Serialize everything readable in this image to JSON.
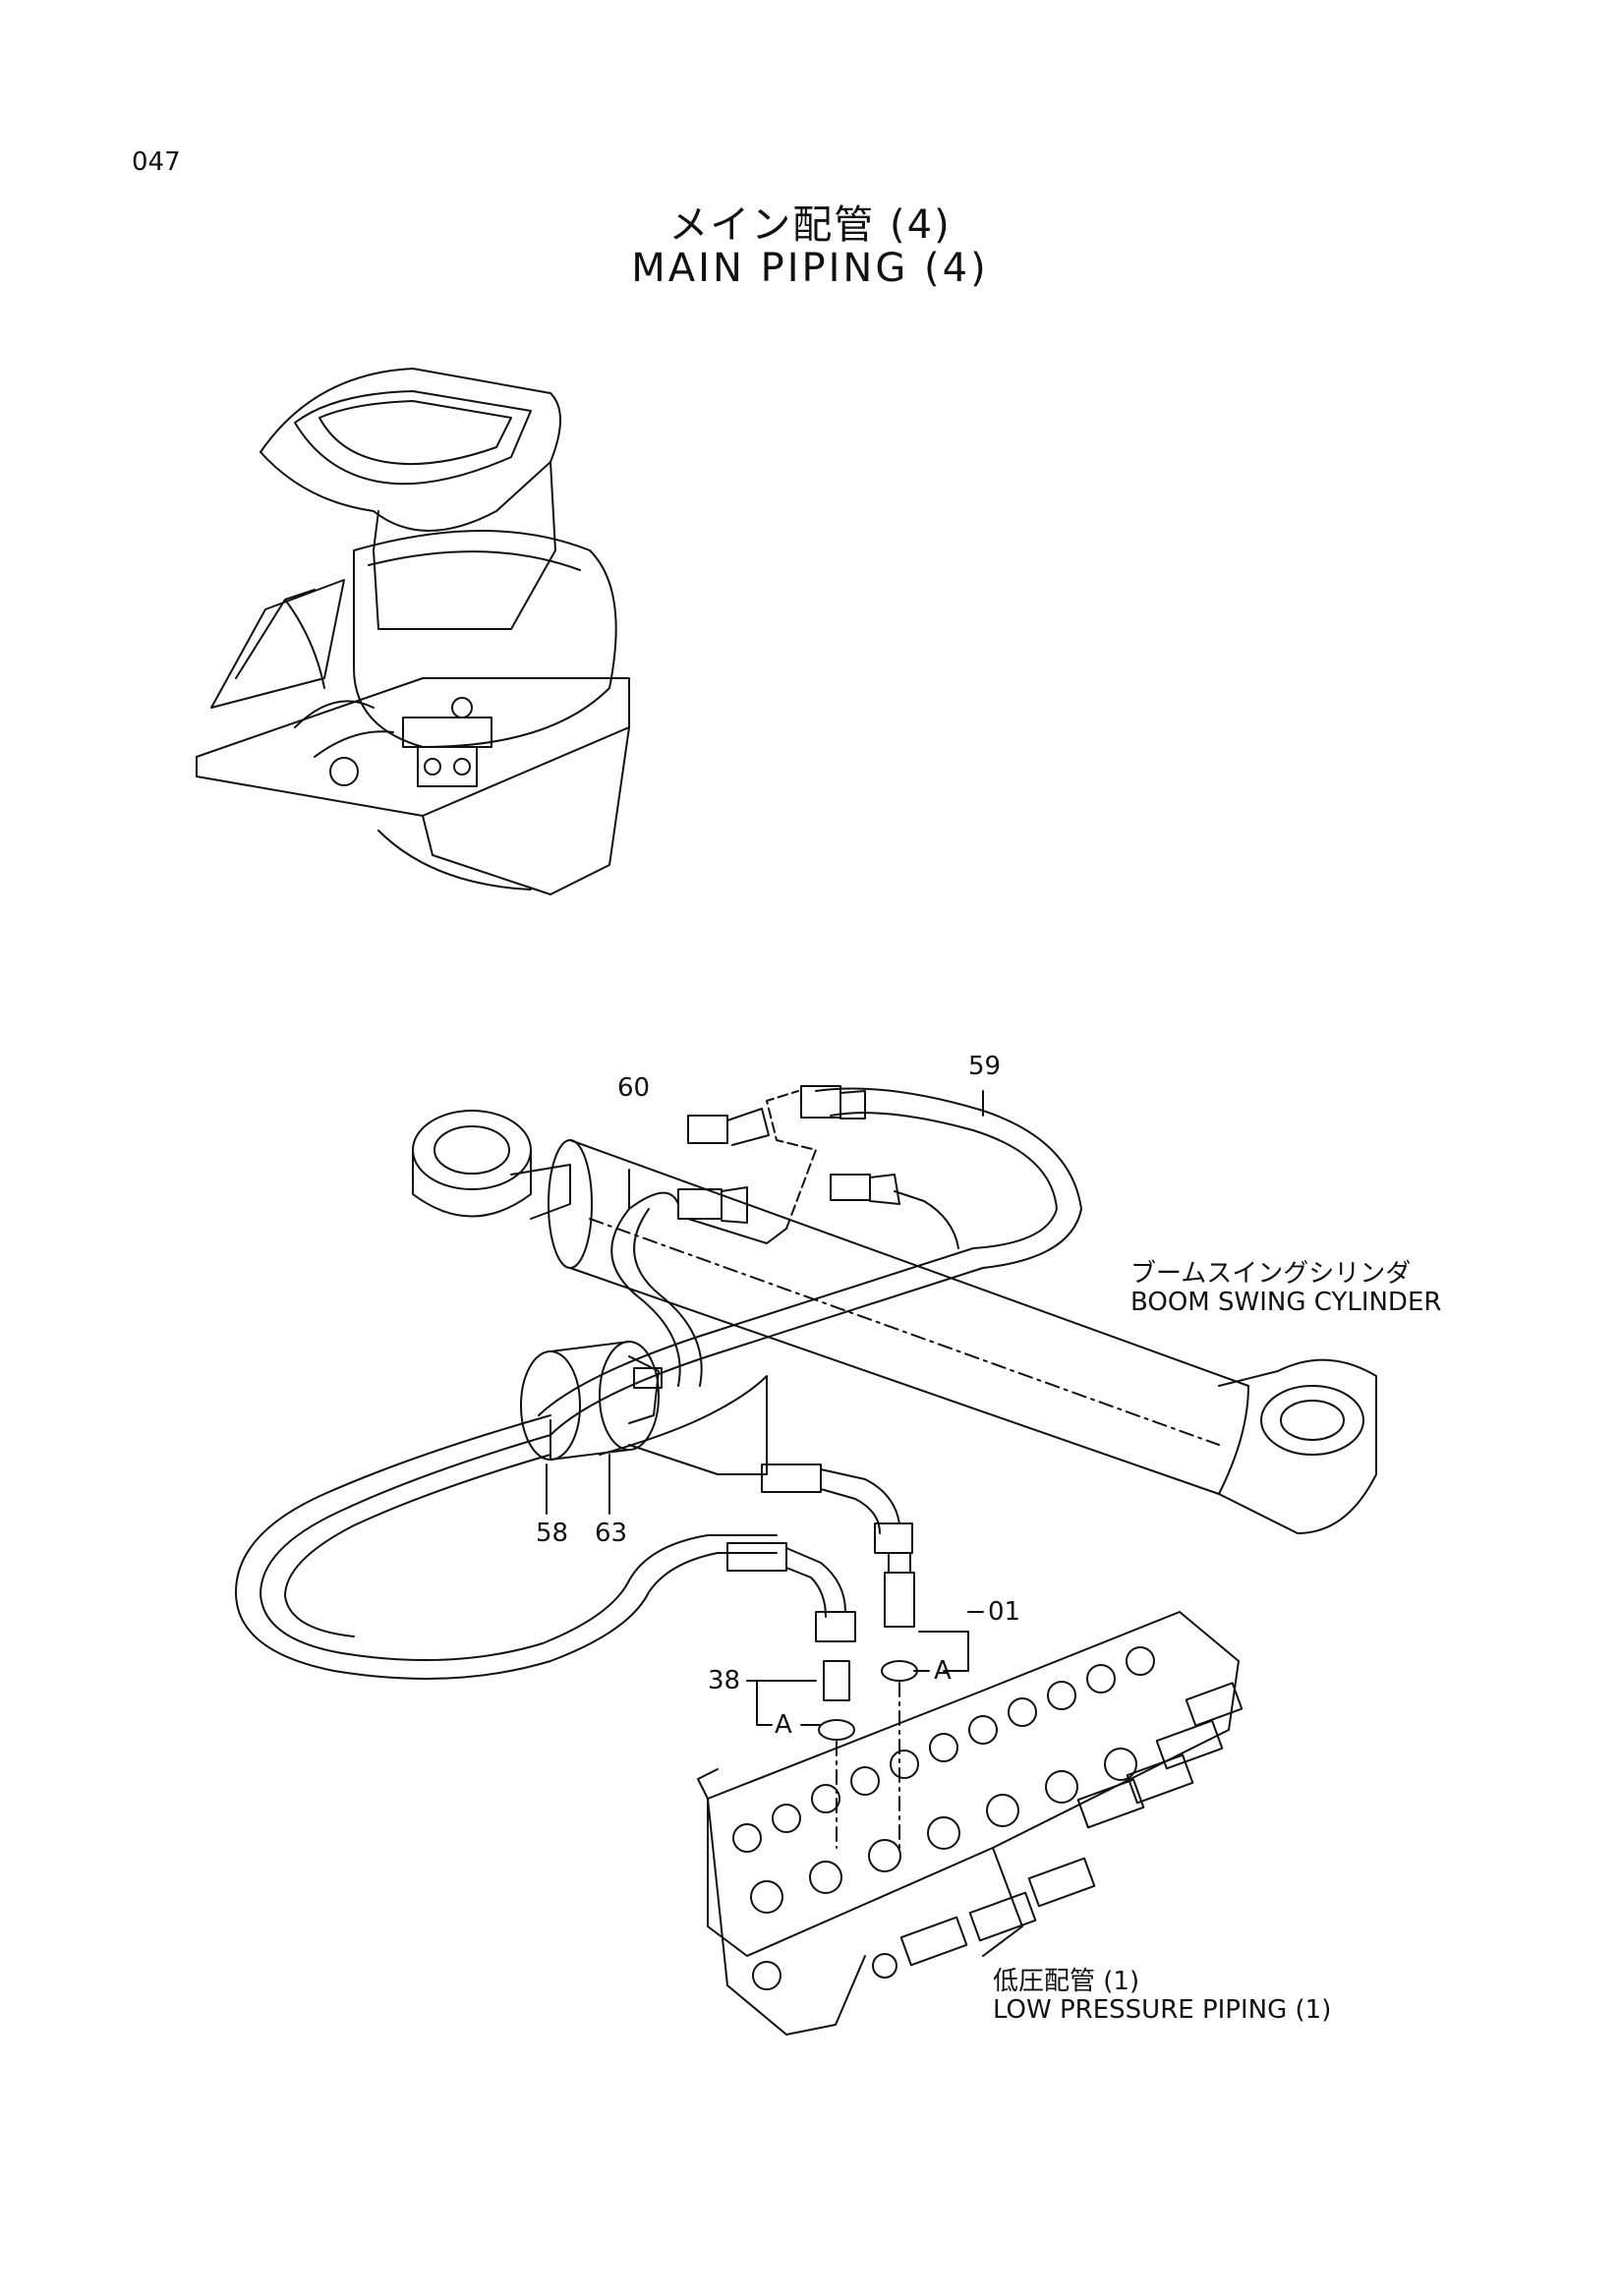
{
  "page_number": "047",
  "title_jp": "メイン配管 (4)",
  "title_en": "MAIN PIPING (4)",
  "callouts": {
    "c59": "59",
    "c60": "60",
    "c58": "58",
    "c63": "63",
    "c01": "01",
    "c38": "38",
    "cA1": "A",
    "cA2": "A"
  },
  "labels": {
    "boom_jp": "ブームスイングシリンダ",
    "boom_en": "BOOM SWING CYLINDER",
    "low_jp": "低圧配管 (1)",
    "low_en": "LOW PRESSURE PIPING (1)"
  },
  "colors": {
    "ink": "#111111",
    "background": "#ffffff"
  }
}
